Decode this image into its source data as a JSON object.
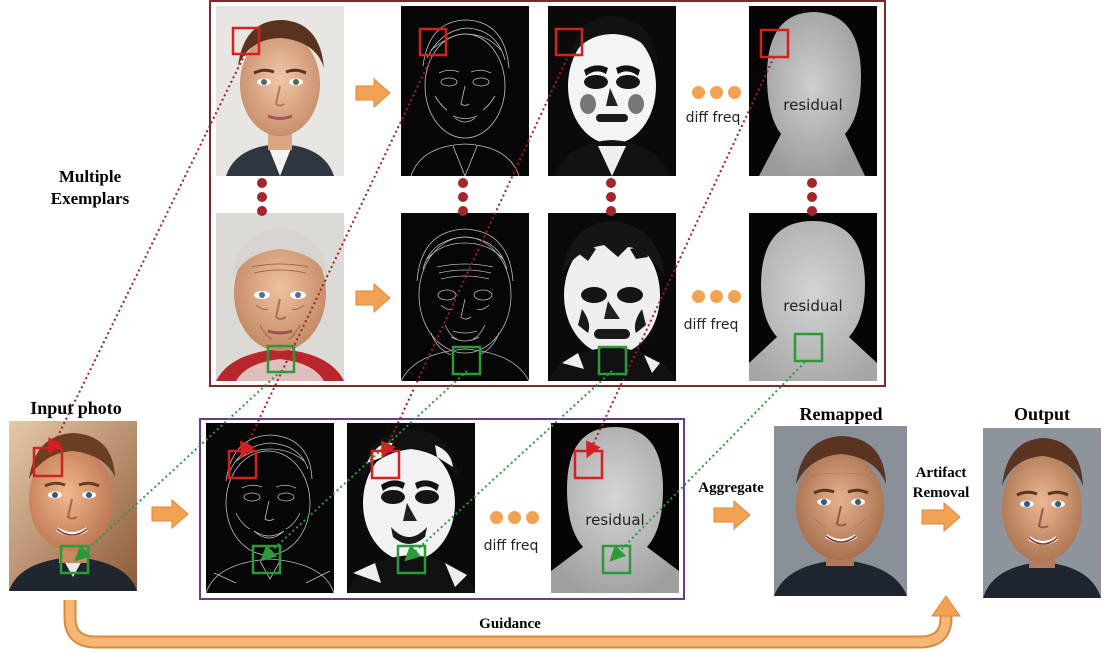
{
  "labels": {
    "multiple_exemplars_line1": "Multiple",
    "multiple_exemplars_line2": "Exemplars",
    "input_photo": "Input photo",
    "remapped": "Remapped",
    "output": "Output",
    "aggregate": "Aggregate",
    "artifact_removal_line1": "Artifact",
    "artifact_removal_line2": "Removal",
    "guidance": "Guidance",
    "residual": "residual",
    "diff_freq": "diff freq"
  },
  "rows": [
    {
      "id": "exemplar-young",
      "panels": [
        "photo",
        "edges-fine",
        "bands",
        "residual"
      ]
    },
    {
      "id": "exemplar-elderly",
      "panels": [
        "photo",
        "edges-fine",
        "bands",
        "residual"
      ]
    },
    {
      "id": "input-decomposition",
      "panels": [
        "edges-fine",
        "bands",
        "residual"
      ]
    }
  ],
  "icons": [
    "right-arrow-icon",
    "ellipsis-dots-icon",
    "vertical-dots-icon",
    "guidance-arrow-icon"
  ],
  "colors": {
    "exemplar_frame": "#7b2a2a",
    "input_frame": "#6a3d8a",
    "arrow_fill": "#f2a253",
    "arrow_stroke": "#d98a3a",
    "patch_red": "#d42020",
    "patch_green": "#2a9a3a",
    "vertical_dots": "#a3262a"
  }
}
